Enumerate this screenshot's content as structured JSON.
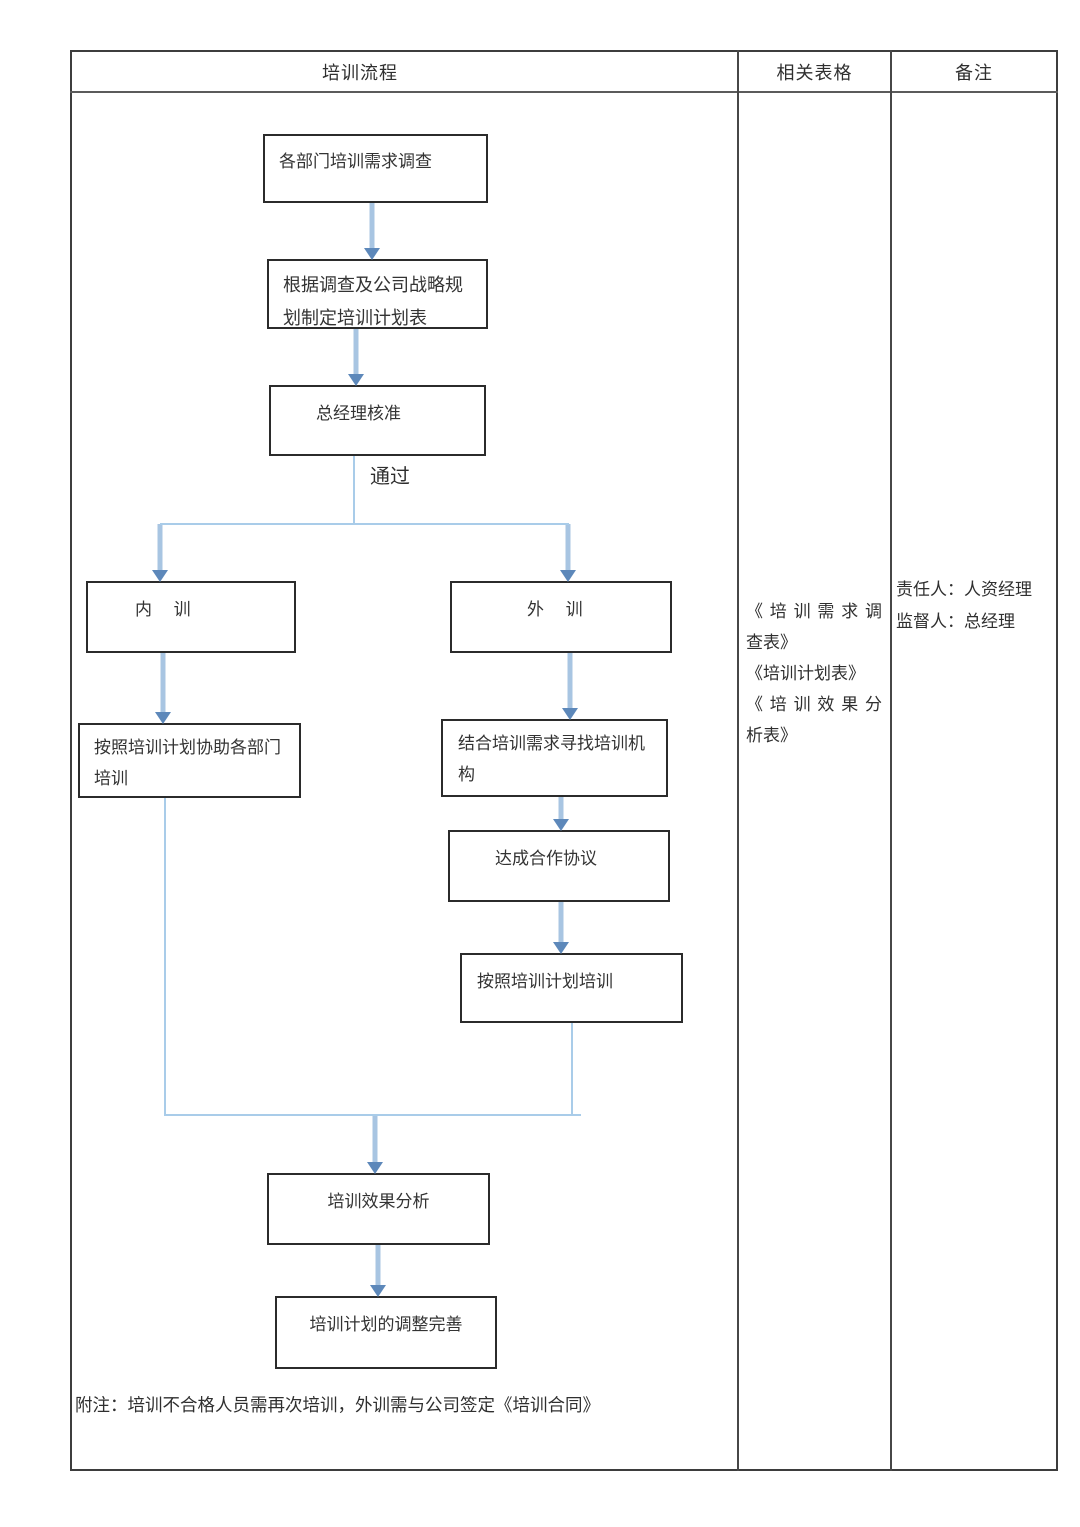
{
  "table": {
    "headers": {
      "flow": "培训流程",
      "forms": "相关表格",
      "notes": "备注"
    }
  },
  "flowchart": {
    "nodes": {
      "survey": "各部门培训需求调查",
      "plan": "根据调查及公司战略规划制定培训计划表",
      "approve": "总经理核准",
      "internal": "内    训",
      "external": "外    训",
      "assist": "按照培训计划协助各部门培训",
      "find_org": "结合培训需求寻找培训机构",
      "agreement": "达成合作协议",
      "train_by_plan": "按照培训计划培训",
      "effect_analysis": "培训效果分析",
      "adjust": "培训计划的调整完善"
    },
    "labels": {
      "pass": "通过"
    },
    "footnote": "附注：培训不合格人员需再次培训，外训需与公司签定《培训合同》"
  },
  "forms_column": {
    "lines": {
      "0": "《培训需求调",
      "1": "查表》",
      "2": "《培训计划表》",
      "3": "《培训效果分",
      "4": "析表》"
    }
  },
  "notes_column": {
    "lines": {
      "0": "责任人：人资经理",
      "1": "监督人：总经理"
    }
  },
  "colors": {
    "arrow_shaft": "#a8c5e2",
    "arrow_head": "#5d88ba",
    "connector_line": "#a9cce9",
    "box_border": "#2b2b2b",
    "table_border": "#3d3d3d",
    "text": "#333333"
  }
}
